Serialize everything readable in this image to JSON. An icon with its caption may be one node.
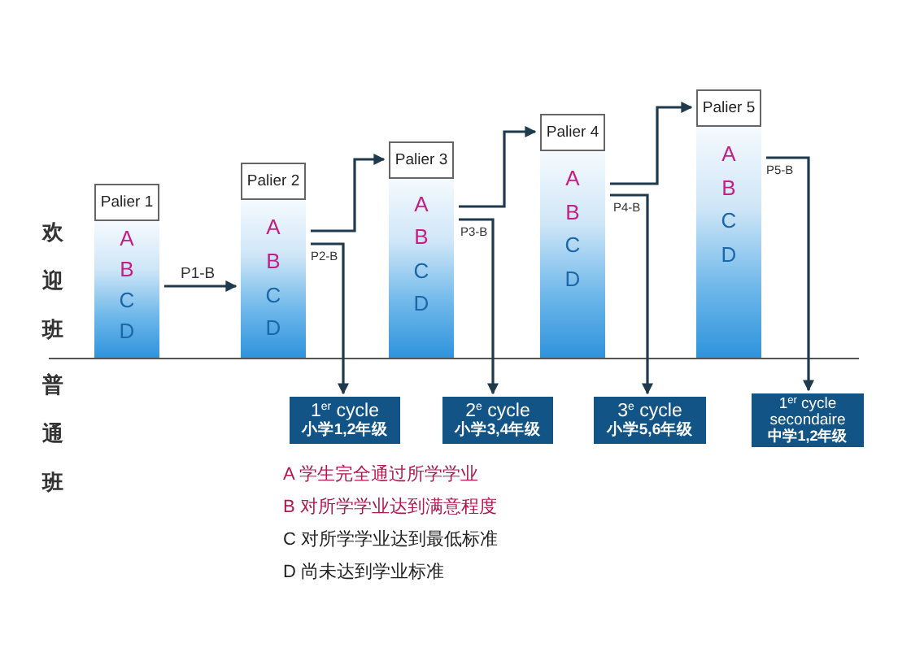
{
  "diagram": {
    "nodes": [
      {
        "text": [
          "Palier 1",
          "A",
          "B",
          "C",
          "D"
        ]
      },
      {
        "text": [
          "Palier 2",
          "A",
          "B",
          "C",
          "D"
        ]
      },
      {
        "text": [
          "Palier 3",
          "A",
          "B",
          "C",
          "D"
        ]
      },
      {
        "text": [
          "Palier 4",
          "A",
          "B",
          "C",
          "D"
        ]
      },
      {
        "text": [
          "Palier 5",
          "A",
          "B",
          "C",
          "D"
        ]
      },
      {
        "text": [
          "1$^{er}$ cycle",
          "小学1,2年级"
        ]
      },
      {
        "text": [
          "2$^{e}$ cycle",
          "小学3,4年级"
        ]
      },
      {
        "text": [
          "3$^{e}$ cycle",
          "小学5,6年级"
        ]
      },
      {
        "text": [
          "1$^{er}$ cycle secondaire",
          "中学1,2年级"
        ]
      }
    ],
    "edges": [
      {
        "from": 0,
        "to": 1,
        "arrow": "to",
        "label": "P1-B"
      },
      {
        "from": 1,
        "to": 2,
        "arrow": "to"
      },
      {
        "from": 1,
        "to": 5,
        "arrow": "to",
        "label": "P2-B"
      },
      {
        "from": 2,
        "to": 3,
        "arrow": "to"
      },
      {
        "from": 2,
        "to": 6,
        "arrow": "to",
        "label": "P3-B"
      },
      {
        "from": 3,
        "to": 4,
        "arrow": "to"
      },
      {
        "from": 3,
        "to": 7,
        "arrow": "to",
        "label": "P4-B"
      },
      {
        "from": 4,
        "to": 8,
        "arrow": "to",
        "label": "P5-B"
      }
    ],
    "labels": [
      "欢迎班",
      "普通班",
      "A 学生完全通过所学学业",
      "B 对所学学业达到满意程度",
      "C 对所学学业达到最低标准",
      "D 尚未达到学业标准"
    ]
  }
}
